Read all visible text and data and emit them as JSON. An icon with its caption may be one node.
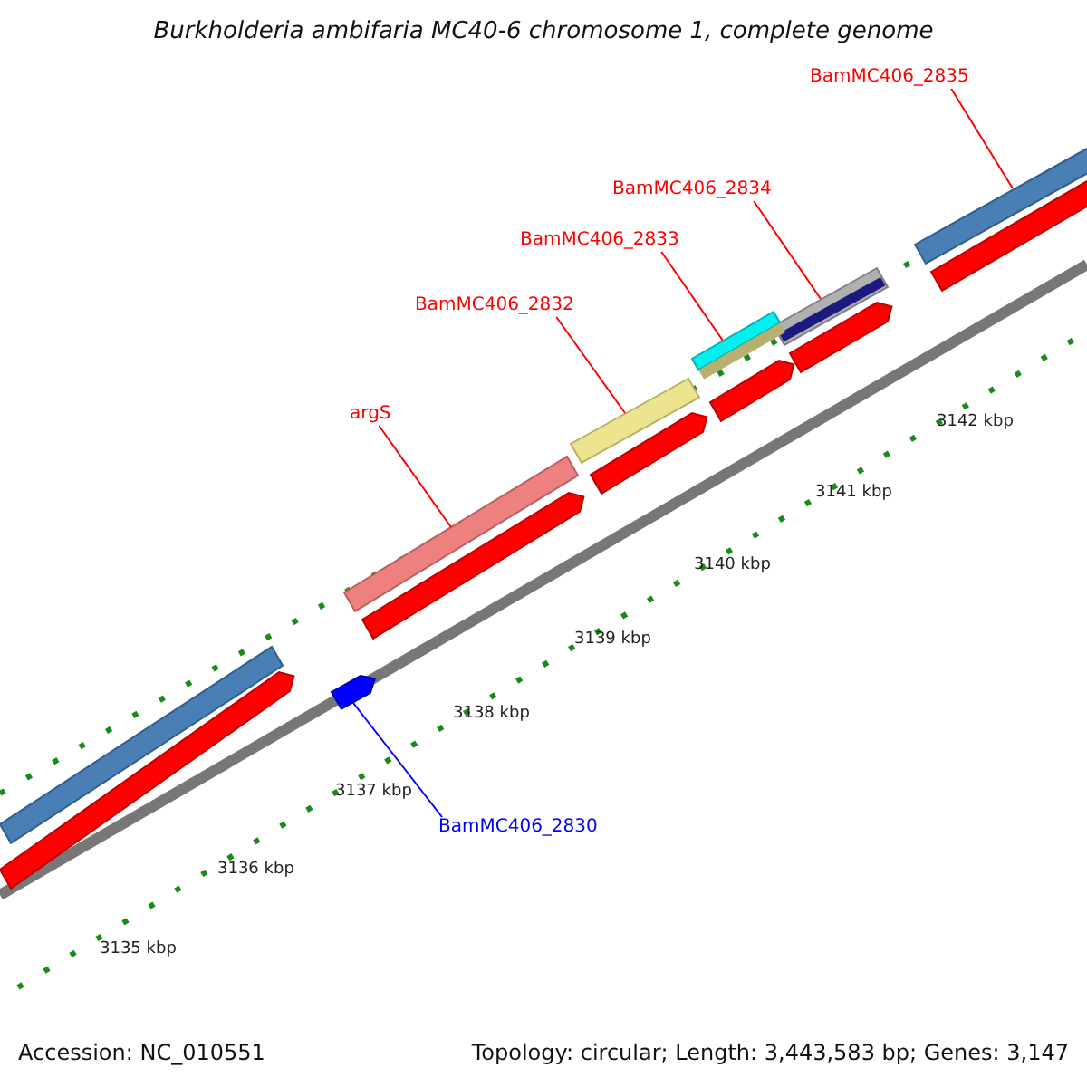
{
  "diagram": {
    "title": "Burkholderia ambifaria MC40-6 chromosome 1, complete genome",
    "nodes": [
      {
        "text": [
          "BamMC406_2835"
        ]
      },
      {
        "text": [],
        "shape": "bar"
      },
      {
        "text": [
          "BamMC406_2834"
        ]
      },
      {
        "text": [],
        "shape": "bar"
      },
      {
        "text": [
          "BamMC406_2833"
        ]
      },
      {
        "text": [],
        "shape": "bar"
      },
      {
        "text": [
          "BamMC406_2832"
        ]
      },
      {
        "text": [],
        "shape": "bar"
      },
      {
        "text": [
          "argS"
        ]
      },
      {
        "text": [],
        "shape": "bar"
      },
      {
        "text": [
          "BamMC406_2830"
        ]
      },
      {
        "text": [],
        "shape": "arrow"
      },
      {
        "text": [],
        "shape": "bar"
      },
      {
        "text": [],
        "shape": "bar"
      },
      {
        "text": [],
        "shape": "arrow"
      },
      {
        "text": [],
        "shape": "arrow"
      },
      {
        "text": [],
        "shape": "arrow"
      },
      {
        "text": [],
        "shape": "arrow"
      },
      {
        "text": [],
        "shape": "arrow"
      }
    ],
    "edges": [
      {
        "from": 0,
        "to": 1,
        "arrow": "none"
      },
      {
        "from": 2,
        "to": 3,
        "arrow": "none"
      },
      {
        "from": 4,
        "to": 5,
        "arrow": "none"
      },
      {
        "from": 6,
        "to": 7,
        "arrow": "none"
      },
      {
        "from": 8,
        "to": 9,
        "arrow": "none"
      },
      {
        "from": 10,
        "to": 11,
        "arrow": "none",
        "color": "#0000ff"
      }
    ],
    "labels": [
      "3142 kbp",
      "3141 kbp",
      "3140 kbp",
      "3139 kbp",
      "3138 kbp",
      "3137 kbp",
      "3136 kbp",
      "3135 kbp",
      "Accession: NC_010551",
      "Topology: circular; Length: 3,443,583 bp; Genes: 3,147"
    ]
  }
}
